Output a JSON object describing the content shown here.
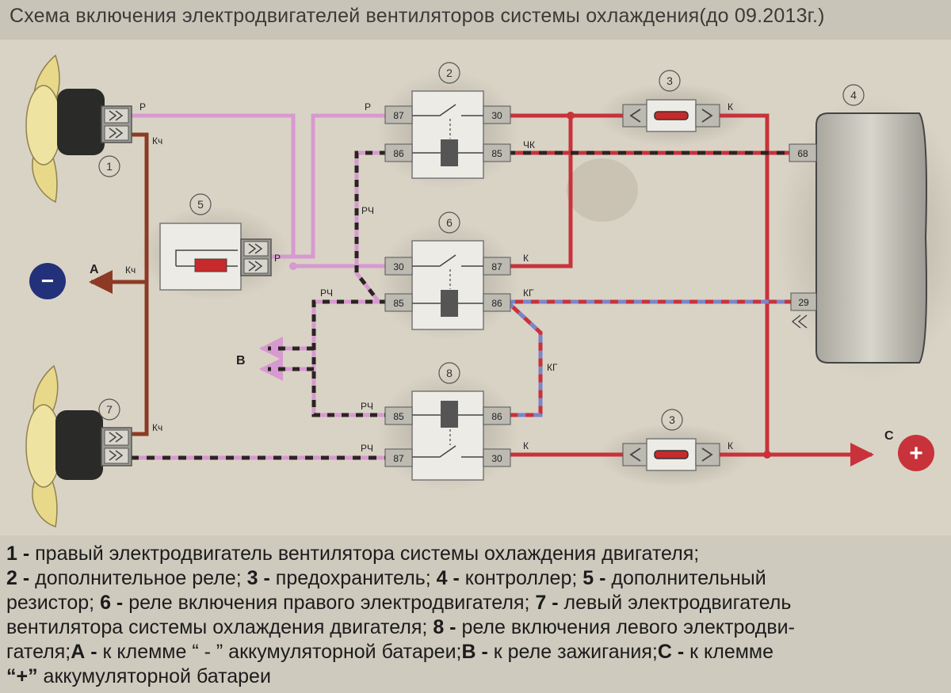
{
  "title": "Схема включения электродвигателей вентиляторов системы охлаждения(до 09.2013г.)",
  "components": {
    "c1": "1",
    "c2": "2",
    "c3a": "3",
    "c3b": "3",
    "c4": "4",
    "c5": "5",
    "c6": "6",
    "c7": "7",
    "c8": "8"
  },
  "pins": {
    "r2": {
      "p87": "87",
      "p86": "86",
      "p30": "30",
      "p85": "85"
    },
    "r6": {
      "p30": "30",
      "p85": "85",
      "p87": "87",
      "p86": "86"
    },
    "r8": {
      "p85": "85",
      "p87": "87",
      "p86": "86",
      "p30": "30"
    },
    "ctrl": {
      "p68": "68",
      "p29": "29"
    }
  },
  "wires": {
    "w_p1": "Р",
    "w_kch1": "Кч",
    "w_p2": "Р",
    "w_k3": "К",
    "w_chk": "ЧК",
    "w_rch1": "РЧ",
    "w_p5": "Р",
    "w_kch2": "Кч",
    "w_k6": "К",
    "w_rch2": "РЧ",
    "w_kg1": "КГ",
    "w_kg2": "КГ",
    "w_rch3": "РЧ",
    "w_rch4": "РЧ",
    "w_k8": "К",
    "w_k3b": "К",
    "w_kch7": "Кч"
  },
  "terminals": {
    "a_label": "A",
    "a_symbol": "−",
    "b_label": "B",
    "c_label": "C",
    "c_symbol": "+"
  },
  "colors": {
    "red": "#c8323a",
    "pink": "#d79ad0",
    "black": "#2b2421",
    "blue": "#7b85c9",
    "brown": "#8c3a24",
    "navy": "#23307a"
  },
  "legend": [
    [
      {
        "b": "1 - ",
        "t": "правый электродвигатель вентилятора системы охлаждения двигателя;"
      }
    ],
    [
      {
        "b": "2 - ",
        "t": "дополнительное реле; "
      },
      {
        "b": "3 - ",
        "t": "предохранитель; "
      },
      {
        "b": "4 - ",
        "t": "контроллер; "
      },
      {
        "b": "5 - ",
        "t": "дополнительный"
      }
    ],
    [
      {
        "b": "",
        "t": "резистор; "
      },
      {
        "b": "6 - ",
        "t": "реле включения правого электродвигателя; "
      },
      {
        "b": "7 - ",
        "t": "левый электродвигатель"
      }
    ],
    [
      {
        "b": "",
        "t": "вентилятора системы охлаждения двигателя; "
      },
      {
        "b": "8 - ",
        "t": "реле включения левого электродви-"
      }
    ],
    [
      {
        "b": "",
        "t": "гателя;"
      },
      {
        "b": "А - ",
        "t": "к клемме “ - ” аккумуляторной батареи;"
      },
      {
        "b": "В - ",
        "t": "к реле зажигания;"
      },
      {
        "b": "С - ",
        "t": "к клемме"
      }
    ],
    [
      {
        "b": "“+” ",
        "t": "аккумуляторной батареи"
      }
    ]
  ]
}
